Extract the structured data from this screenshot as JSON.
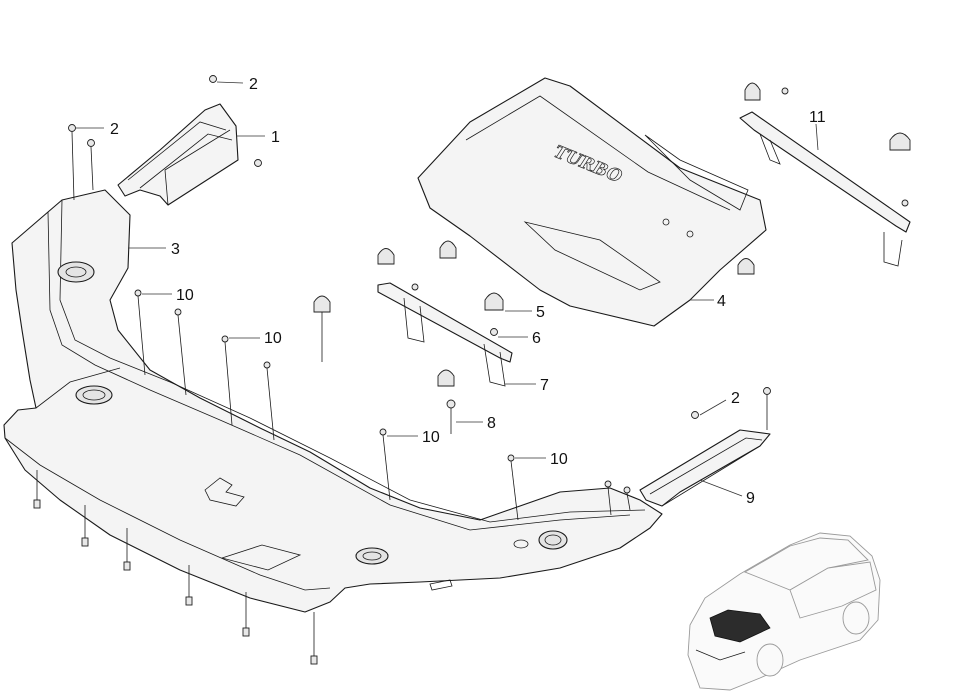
{
  "callouts": [
    {
      "id": "2a",
      "label": "2"
    },
    {
      "id": "1",
      "label": "1"
    },
    {
      "id": "2b",
      "label": "2"
    },
    {
      "id": "3",
      "label": "3"
    },
    {
      "id": "10a",
      "label": "10"
    },
    {
      "id": "10b",
      "label": "10"
    },
    {
      "id": "10c",
      "label": "10"
    },
    {
      "id": "10d",
      "label": "10"
    },
    {
      "id": "4",
      "label": "4"
    },
    {
      "id": "5",
      "label": "5"
    },
    {
      "id": "6",
      "label": "6"
    },
    {
      "id": "7",
      "label": "7"
    },
    {
      "id": "8",
      "label": "8"
    },
    {
      "id": "2c",
      "label": "2"
    },
    {
      "id": "9",
      "label": "9"
    },
    {
      "id": "11",
      "label": "11"
    }
  ],
  "cover_badge": "TURBO"
}
